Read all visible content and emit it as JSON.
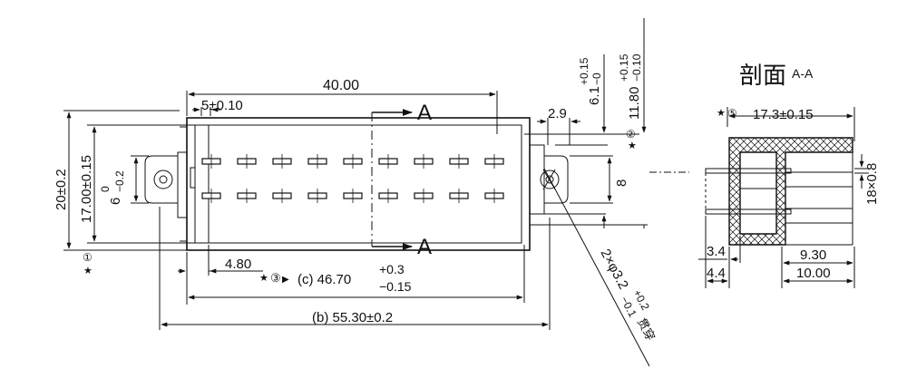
{
  "drawing": {
    "dims": {
      "top_length": "40.00",
      "slot_width": "5±0.10",
      "pitch_29": "2.9",
      "d61_main": "6.1",
      "d61_up": "+0.15",
      "d61_low": "−0",
      "d118_main": "11.80",
      "d118_up": "+0.15",
      "d118_low": "−0.10",
      "height_20": "20±0.2",
      "height_17": "17.00±0.15",
      "d6_main": "6",
      "d6_up": "0",
      "d6_low": "−0.2",
      "d8": "8",
      "d48": "4.80",
      "c_main": "(c) 46.70",
      "c_up": "+0.3",
      "c_low": "−0.15",
      "b_total": "(b) 55.30±0.2",
      "hole_main": "2×φ3.2",
      "hole_up": "+0.2",
      "hole_low": "−0.1",
      "hole_note": "贯穿"
    },
    "section": {
      "title": "剖面",
      "suffix": "A-A",
      "width": "17.3±0.15",
      "height": "18×0.8",
      "d34": "3.4",
      "d44": "4.4",
      "d930": "9.30",
      "d1000": "10.00"
    },
    "markers": {
      "section_letter": "A",
      "n1": "①",
      "n2": "②",
      "n3": "③",
      "n5": "⑤"
    }
  }
}
